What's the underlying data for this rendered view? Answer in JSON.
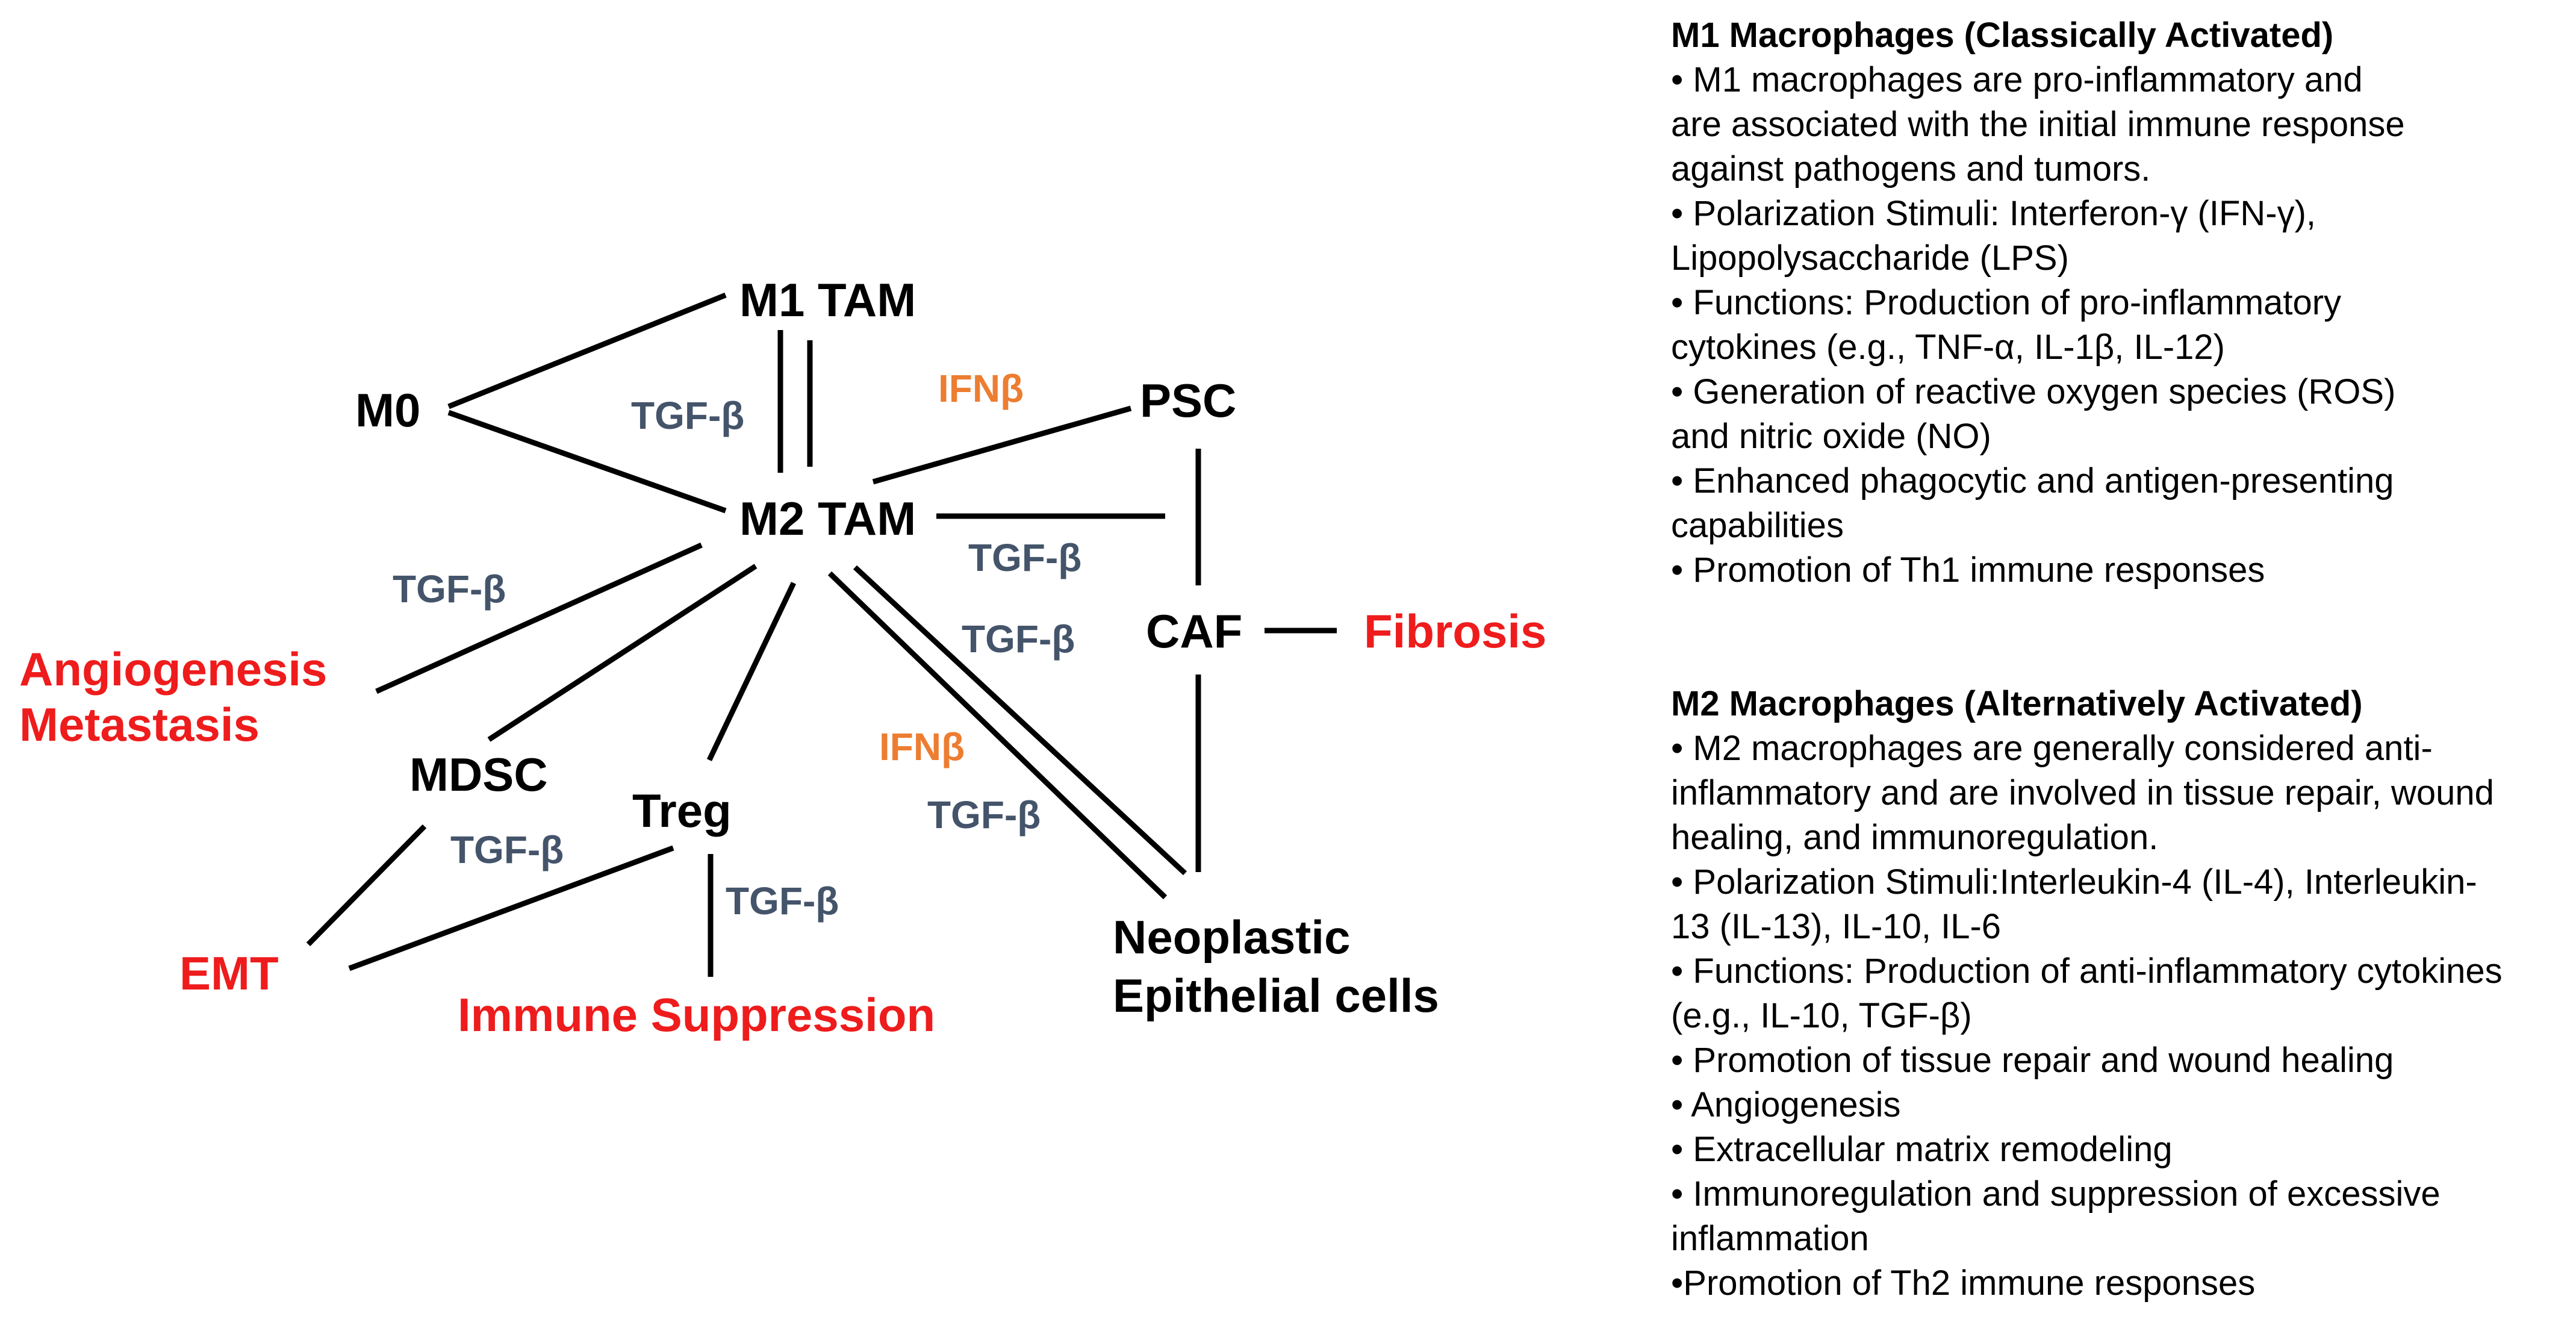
{
  "diagram": {
    "nodes": {
      "m0": "M0",
      "m1_tam": "M1 TAM",
      "m2_tam": "M2 TAM",
      "psc": "PSC",
      "caf": "CAF",
      "mdsc": "MDSC",
      "treg": "Treg",
      "neoplastic_1": "Neoplastic",
      "neoplastic_2": "Epithelial cells"
    },
    "outcomes": {
      "fibrosis": "Fibrosis",
      "angiogenesis": "Angiogenesis",
      "metastasis": "Metastasis",
      "emt": "EMT",
      "immune_suppression": "Immune Suppression"
    },
    "edge_labels": {
      "tgf_m1_m2": "TGF-β",
      "ifn_psc_m2": "IFNβ",
      "tgf_m2_caf": "TGF-β",
      "tgf_m2_angio": "TGF-β",
      "tgf_neo_m2": "TGF-β",
      "ifn_neo": "IFNβ",
      "tgf_neo": "TGF-β",
      "tgf_treg_emt": "TGF-β",
      "tgf_treg_immune": "TGF-β"
    }
  },
  "notes": {
    "m1": {
      "title": "M1 Macrophages (Classically Activated)",
      "lines": [
        "• M1 macrophages are pro-inflammatory and",
        "are associated with the initial immune response",
        "against pathogens and tumors.",
        "• Polarization Stimuli: Interferon-γ (IFN-γ),",
        "Lipopolysaccharide (LPS)",
        "• Functions: Production of pro-inflammatory",
        "cytokines (e.g., TNF-α, IL-1β, IL-12)",
        "• Generation of reactive oxygen species (ROS)",
        "and nitric oxide (NO)",
        "• Enhanced phagocytic and antigen-presenting",
        "capabilities",
        "• Promotion of Th1 immune responses"
      ]
    },
    "m2": {
      "title": "M2 Macrophages (Alternatively Activated)",
      "lines": [
        "• M2 macrophages are generally considered anti-",
        "inflammatory and are involved in tissue repair, wound",
        "healing, and immunoregulation.",
        "• Polarization Stimuli:Interleukin-4 (IL-4), Interleukin-",
        "13 (IL-13), IL-10, IL-6",
        "• Functions: Production of anti-inflammatory cytokines",
        "(e.g., IL-10, TGF-β)",
        "• Promotion of tissue repair and wound healing",
        "• Angiogenesis",
        "• Extracellular matrix remodeling",
        "• Immunoregulation and suppression of excessive",
        "inflammation",
        "•Promotion of Th2 immune responses"
      ]
    }
  }
}
